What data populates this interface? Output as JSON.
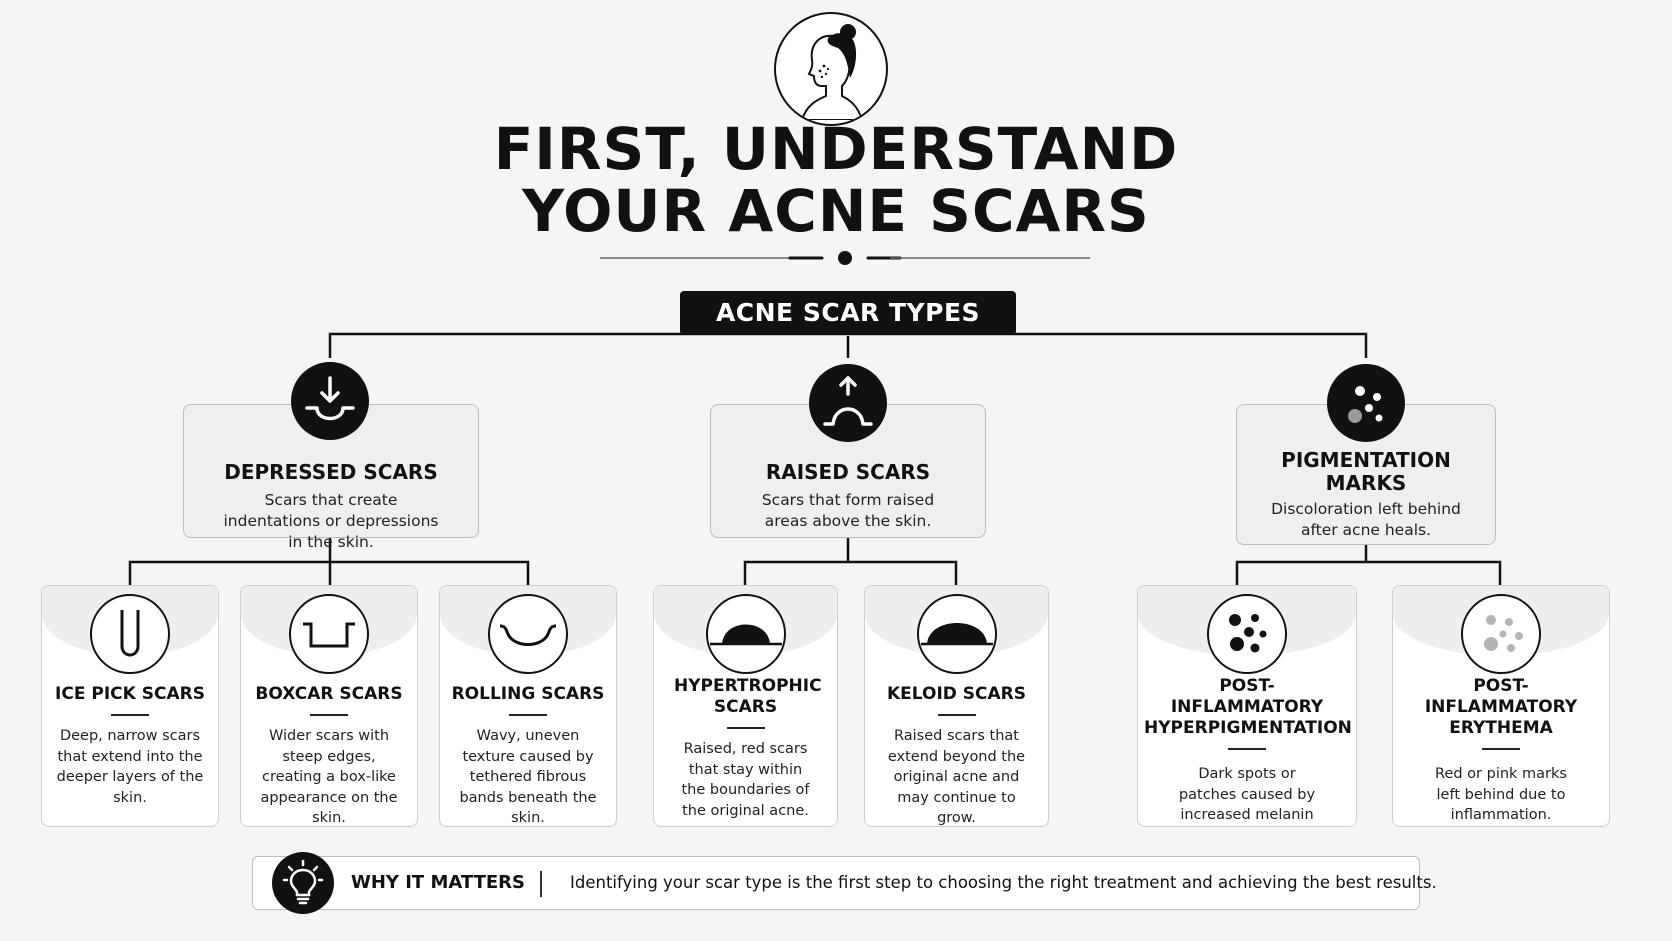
{
  "header": {
    "title_line1": "FIRST, UNDERSTAND",
    "title_line2": "YOUR ACNE SCARS",
    "avatar_icon": "woman-with-acne-icon"
  },
  "types_label": "ACNE SCAR TYPES",
  "categories": [
    {
      "title": "DEPRESSED SCARS",
      "desc": "Scars that create indentations or depressions in the skin.",
      "icon": "arrow-down-into-pit-icon",
      "subs": [
        {
          "title": "ICE PICK SCARS",
          "desc": "Deep, narrow scars that extend into the deeper layers of the skin.",
          "icon": "narrow-u-icon"
        },
        {
          "title": "BOXCAR SCARS",
          "desc": "Wider scars with steep edges, creating a box-like appearance on the skin.",
          "icon": "box-pit-icon"
        },
        {
          "title": "ROLLING SCARS",
          "desc": "Wavy, uneven texture caused by tethered fibrous bands beneath the skin.",
          "icon": "shallow-curve-icon"
        }
      ]
    },
    {
      "title": "RAISED SCARS",
      "desc": "Scars that form raised areas above the skin.",
      "icon": "arrow-up-over-bump-icon",
      "subs": [
        {
          "title": "HYPERTROPHIC SCARS",
          "desc": "Raised, red scars that stay within the boundaries of the original acne.",
          "icon": "dome-bump-icon"
        },
        {
          "title": "KELOID SCARS",
          "desc": "Raised scars that extend beyond the original acne and may continue to grow.",
          "icon": "dome-bump-icon"
        }
      ]
    },
    {
      "title": "PIGMENTATION MARKS",
      "desc": "Discoloration left behind after acne heals.",
      "icon": "dots-icon",
      "subs": [
        {
          "title": "POST-INFLAMMATORY HYPERPIGMENTATION",
          "desc": "Dark spots or patches caused by increased melanin production.",
          "icon": "dark-dots-icon"
        },
        {
          "title": "POST-INFLAMMATORY ERYTHEMA",
          "desc": "Red or pink marks left behind due to inflammation.",
          "icon": "light-dots-icon"
        }
      ]
    }
  ],
  "why": {
    "label": "WHY IT MATTERS",
    "text": "Identifying your scar type is the first step to choosing the right treatment and achieving the best results.",
    "icon": "lightbulb-icon"
  },
  "colors": {
    "ink": "#111111",
    "panel": "#efefef",
    "border": "#bdbdbd",
    "background": "#f5f5f5"
  }
}
